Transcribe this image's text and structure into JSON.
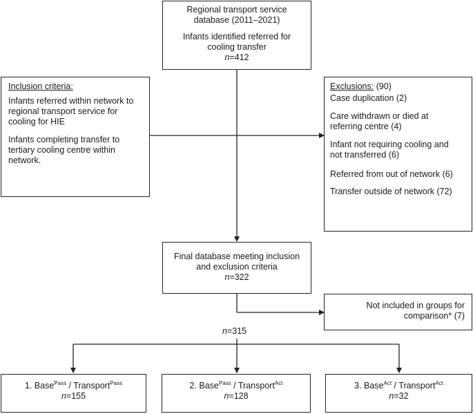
{
  "top": {
    "line1": "Regional transport service",
    "line2": "database (2011–2021)",
    "line3": "Infants identified referred for",
    "line4": "cooling transfer",
    "n_label": "n",
    "n_value": "=412"
  },
  "inclusion": {
    "title": "Inclusion criteria:",
    "item1_l1": "Infants referred within network to",
    "item1_l2": "regional transport service for",
    "item1_l3": "cooling for HIE",
    "item2_l1": "Infants completing transfer to",
    "item2_l2": "tertiary cooling centre within",
    "item2_l3": "network."
  },
  "exclusions": {
    "title": "Exclusions:",
    "count": " (90)",
    "e1": "Case duplication (2)",
    "e2_l1": "Care withdrawn or died at",
    "e2_l2": "referring centre (4)",
    "e3_l1": "Infant not requiring cooling and",
    "e3_l2": "not transferred (6)",
    "e4": "Referred from out of network (6)",
    "e5": "Transfer outside of network (72)"
  },
  "final": {
    "line1": "Final database meeting inclusion",
    "line2": "and exclusion criteria",
    "n_label": "n",
    "n_value": "=322"
  },
  "not_included": {
    "line1": "Not included in groups for",
    "line2": "comparison* (7)"
  },
  "split": {
    "n_label": "n",
    "n_value": "=315"
  },
  "groups": [
    {
      "prefix": "1. Base",
      "sup1": "Pass",
      "mid": " / Transport",
      "sup2": "Pass",
      "n_label": "n",
      "n_value": "=155"
    },
    {
      "prefix": "2. Base",
      "sup1": "Pass",
      "mid": " / Transport",
      "sup2": "Act",
      "n_label": "n",
      "n_value": "=128"
    },
    {
      "prefix": "3. Base",
      "sup1": "Act",
      "mid": " / Transport",
      "sup2": "Act",
      "n_label": "n",
      "n_value": "=32"
    }
  ]
}
